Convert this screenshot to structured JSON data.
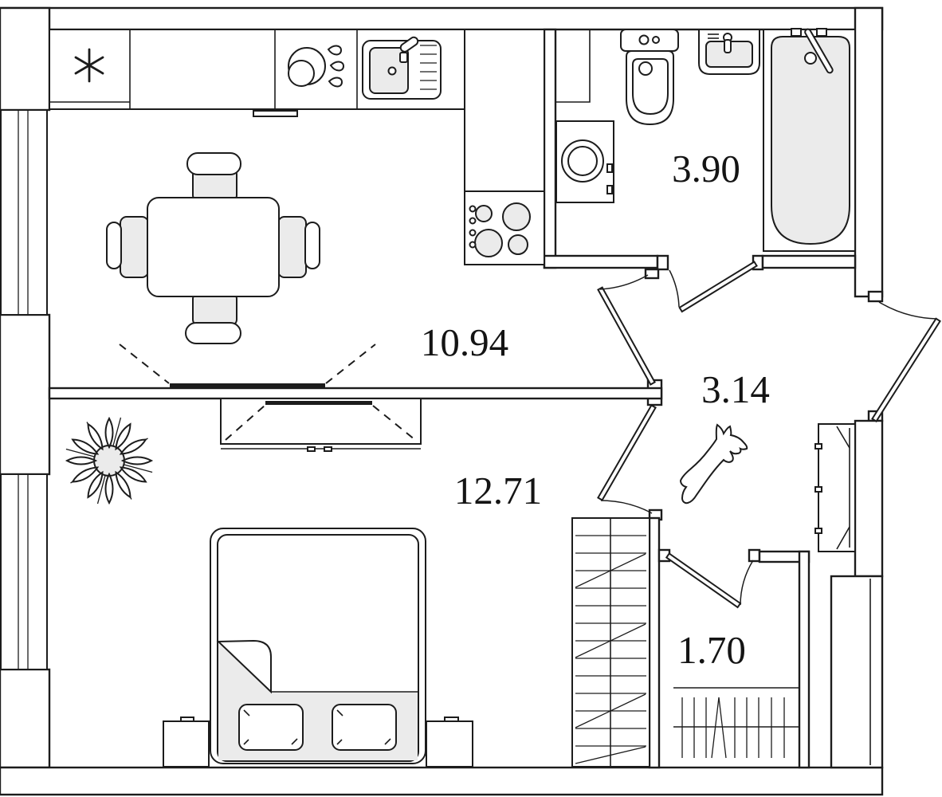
{
  "floorplan": {
    "background": "#ffffff",
    "line_color": "#1c1c1c",
    "fill_light": "#ebebeb",
    "rooms": [
      {
        "key": "kitchen-living-room",
        "label": "10.94"
      },
      {
        "key": "bedroom",
        "label": "12.71"
      },
      {
        "key": "bathroom",
        "label": "3.90"
      },
      {
        "key": "hallway",
        "label": "3.14"
      },
      {
        "key": "closet",
        "label": "1.70"
      }
    ],
    "symbols": [
      "fridge-asterisk-icon",
      "dish-rack-icon",
      "kitchen-sink-icon",
      "stove-icon",
      "dining-table-icon",
      "chair-icon",
      "tv-icon",
      "tv-stand-icon",
      "plant-icon",
      "bed-icon",
      "pillow-icon",
      "nightstand-icon",
      "washing-machine-icon",
      "toilet-icon",
      "wash-basin-icon",
      "bathtub-icon",
      "shower-wand-icon",
      "wardrobe-shelves-icon",
      "closet-rail-icon",
      "hallway-cabinet-icon",
      "dog-icon",
      "door-swing-icon",
      "window-icon"
    ]
  }
}
